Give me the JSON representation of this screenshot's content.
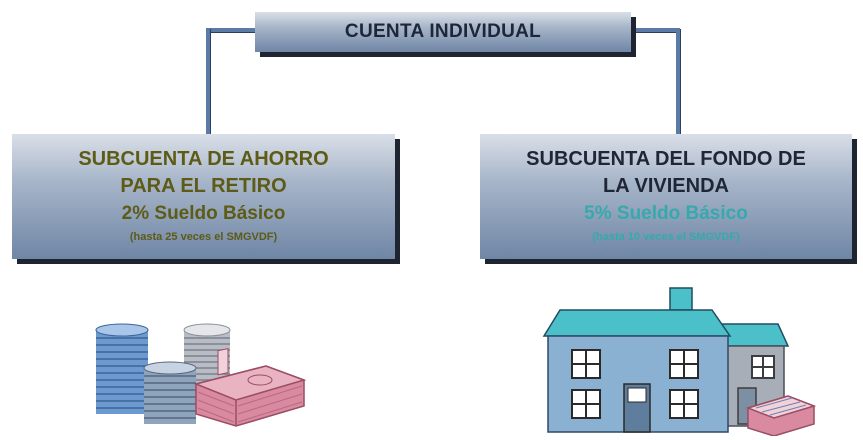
{
  "diagram": {
    "top": {
      "label": "CUENTA INDIVIDUAL"
    },
    "left": {
      "title_line1": "SUBCUENTA DE AHORRO",
      "title_line2": "PARA EL RETIRO",
      "percentage": "2% Sueldo Básico",
      "note": "(hasta 25 veces el SMGVDF)"
    },
    "right": {
      "title_line1": "SUBCUENTA DEL FONDO DE",
      "title_line2": "LA VIVIENDA",
      "percentage": "5% Sueldo Básico",
      "note": "(hasta 10 veces el SMGVDF)"
    }
  },
  "illustrations": {
    "left": "coins-and-money-icon",
    "right": "house-icon"
  },
  "colors": {
    "box_top": "#d9dfe8",
    "box_bottom": "#6f86a6",
    "shadow": "#1e2430",
    "connector": "#5b7aa6",
    "left_text": "#5d5b16",
    "right_accent": "#36a9ad",
    "dark_text": "#1f2736"
  }
}
